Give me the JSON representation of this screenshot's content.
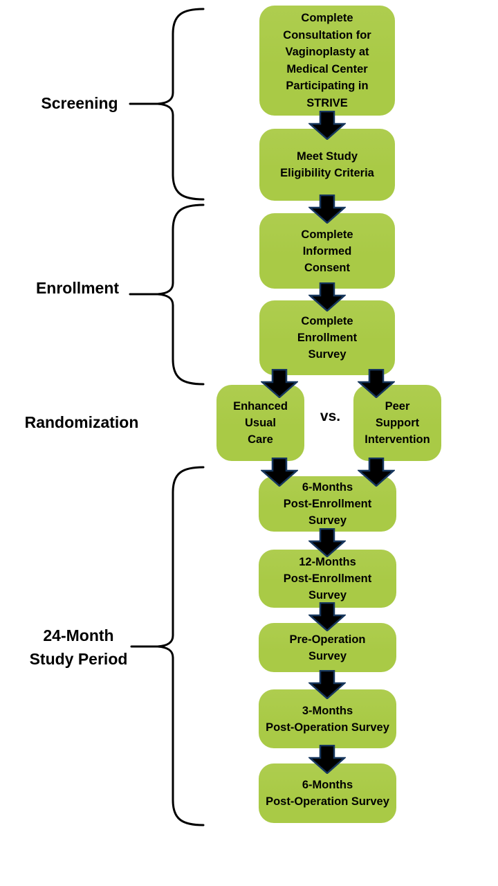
{
  "flowchart": {
    "phase_labels": {
      "screening": "Screening",
      "enrollment": "Enrollment",
      "randomization": "Randomization",
      "study_period_line1": "24-Month",
      "study_period_line2": "Study Period"
    },
    "vs_label": "vs.",
    "steps": {
      "consultation": "Complete\nConsultation for\nVaginoplasty at\nMedical Center\nParticipating in\nSTRIVE",
      "eligibility": "Meet Study\nEligibility Criteria",
      "informed_consent": "Complete\nInformed\nConsent",
      "enrollment_survey": "Complete\nEnrollment\nSurvey",
      "enhanced_usual_care": "Enhanced\nUsual\nCare",
      "peer_support_intervention": "Peer\nSupport\nIntervention",
      "survey_6mo_post_enrollment": "6-Months\nPost-Enrollment\nSurvey",
      "survey_12mo_post_enrollment": "12-Months\nPost-Enrollment\nSurvey",
      "survey_pre_operation": "Pre-Operation\nSurvey",
      "survey_3mo_post_operation": "3-Months\nPost-Operation Survey",
      "survey_6mo_post_operation": "6-Months\nPost-Operation Survey"
    },
    "colors": {
      "box_fill": "#a9ca46",
      "arrow_fill": "#000000",
      "arrow_outline": "#17375e",
      "line_color": "#000000",
      "text_color": "#000000",
      "background": "#ffffff"
    }
  }
}
